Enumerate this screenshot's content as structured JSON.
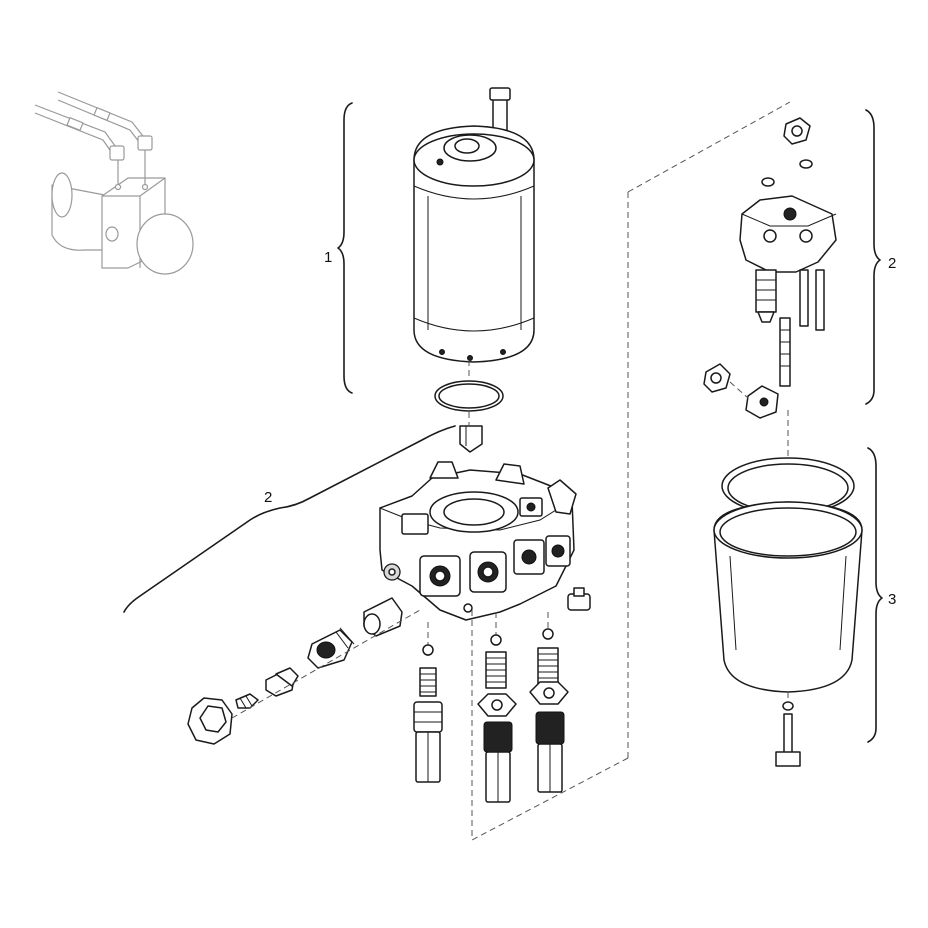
{
  "callouts": {
    "dryer_canister": "1",
    "purge_valve_left": "2",
    "purge_valve_right": "2",
    "desiccant_cartridge": "3"
  }
}
